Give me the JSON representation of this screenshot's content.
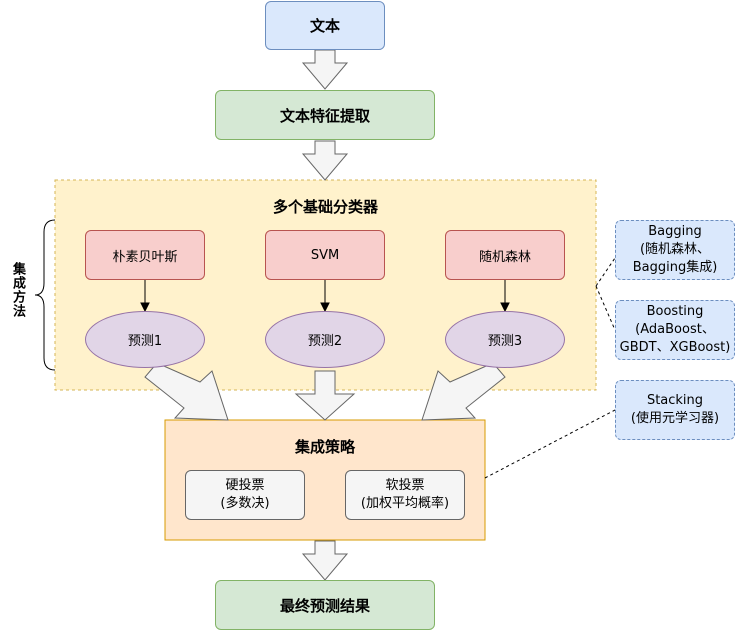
{
  "nodes": {
    "text": "文本",
    "feature": "文本特征提取",
    "base_title": "多个基础分类器",
    "nb": "朴素贝叶斯",
    "svm": "SVM",
    "rf": "随机森林",
    "pred1": "预测1",
    "pred2": "预测2",
    "pred3": "预测3",
    "ensemble_title": "集成策略",
    "hard_line1": "硬投票",
    "hard_line2": "(多数决)",
    "soft_line1": "软投票",
    "soft_line2": "(加权平均概率)",
    "final": "最终预测结果"
  },
  "side_label": "集成方法",
  "notes": {
    "bagging_line1": "Bagging",
    "bagging_line2": "(随机森林、",
    "bagging_line3": "Bagging集成)",
    "boosting_line1": "Boosting",
    "boosting_line2": "(AdaBoost、",
    "boosting_line3": "GBDT、XGBoost)",
    "stacking_line1": "Stacking",
    "stacking_line2": "(使用元学习器)"
  },
  "colors": {
    "blue_fill": "#dae8fc",
    "green_fill": "#d5e8d4",
    "red_fill": "#f8cecc",
    "purple_fill": "#e1d5e7",
    "orange_fill": "#ffe6cc",
    "yellow_fill": "#fff2cc"
  }
}
